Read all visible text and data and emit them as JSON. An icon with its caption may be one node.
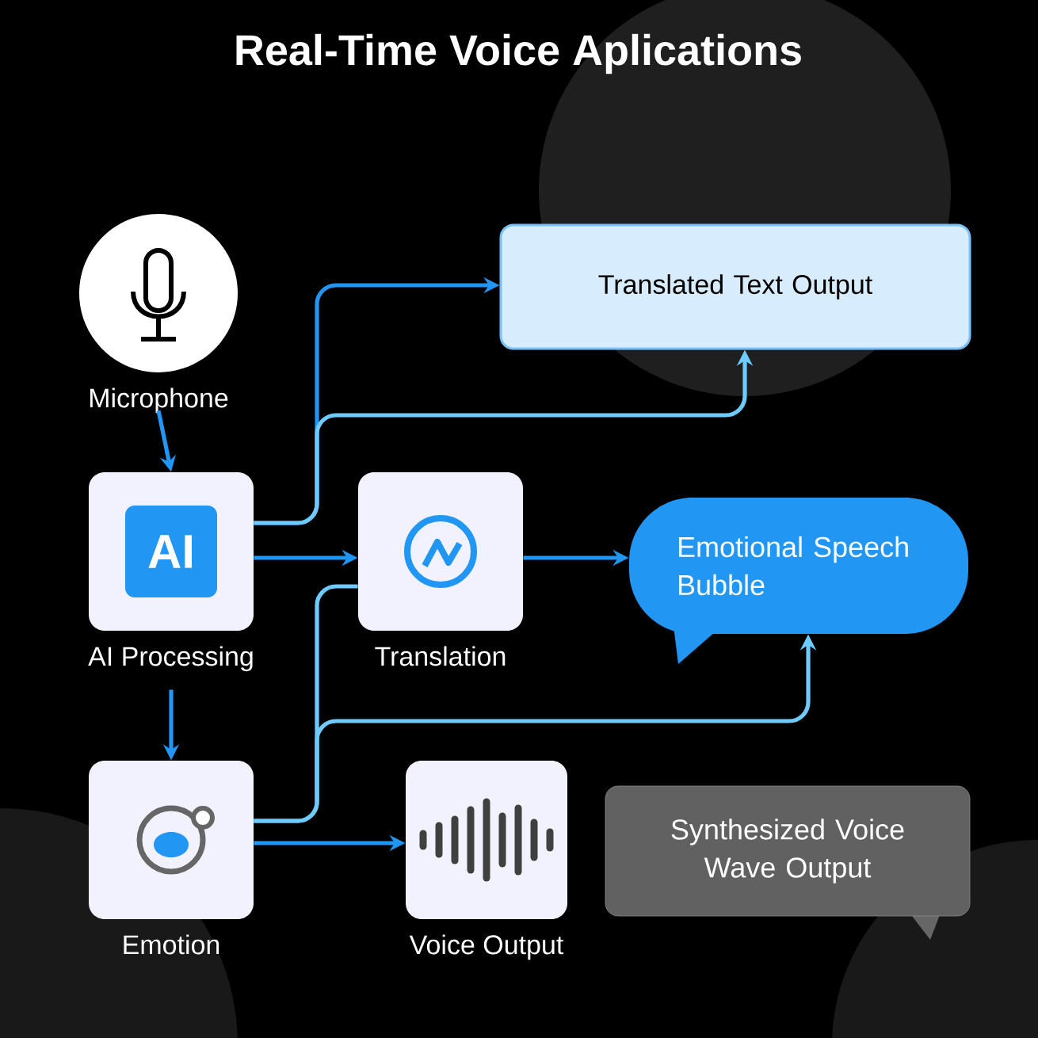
{
  "diagram": {
    "title": "Real-Time Voice Aplications",
    "nodes": [
      {
        "text": [
          "Microphone"
        ]
      },
      {
        "text": [
          "AI",
          "AI Processing"
        ]
      },
      {
        "text": [
          "Translation"
        ]
      },
      {
        "text": [
          "Translated Text Output"
        ]
      },
      {
        "text": [
          "Emotional Speech Bubble"
        ]
      },
      {
        "text": [
          "Emotion"
        ]
      },
      {
        "text": [
          "Voice Output"
        ]
      },
      {
        "text": [
          "Synthesized Voice Wave Output"
        ]
      }
    ],
    "edges": [
      {
        "from": 0,
        "to": 1,
        "arrow": "to"
      },
      {
        "from": 1,
        "to": 3,
        "arrow": "to"
      },
      {
        "from": 1,
        "to": 3,
        "arrow": "to",
        "color": "#6ecbff"
      },
      {
        "from": 1,
        "to": 2,
        "arrow": "to"
      },
      {
        "from": 2,
        "to": 4,
        "arrow": "to"
      },
      {
        "from": 1,
        "to": 5,
        "arrow": "to"
      },
      {
        "from": 5,
        "to": 2,
        "arrow": "none",
        "color": "#6ecbff"
      },
      {
        "from": 5,
        "to": 4,
        "arrow": "to",
        "color": "#6ecbff"
      },
      {
        "from": 5,
        "to": 6,
        "arrow": "to"
      }
    ]
  }
}
